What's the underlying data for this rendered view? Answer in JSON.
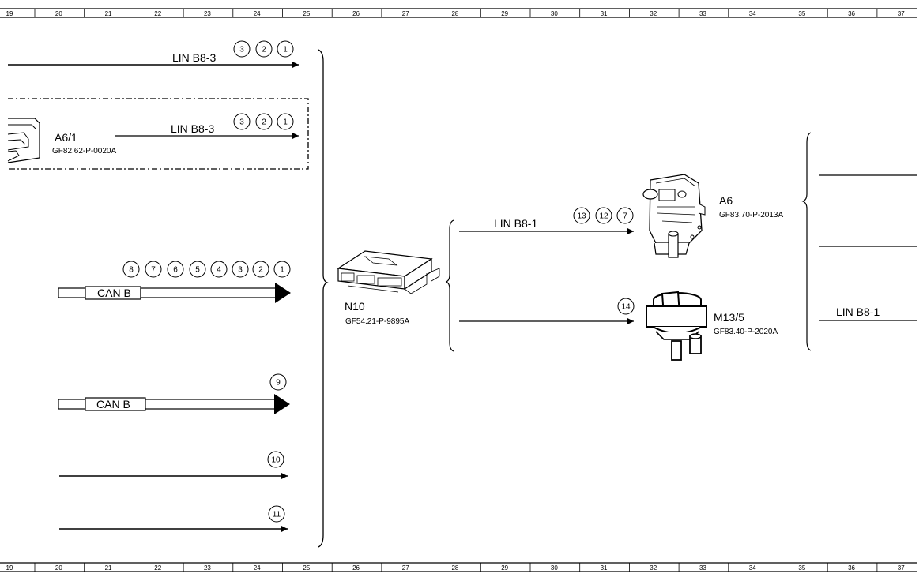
{
  "ruler": {
    "numbers": [
      "19",
      "20",
      "21",
      "22",
      "23",
      "24",
      "25",
      "26",
      "27",
      "28",
      "29",
      "30",
      "31",
      "32",
      "33",
      "34",
      "35",
      "36",
      "37"
    ]
  },
  "connections": {
    "top": {
      "label": "LIN B8-3",
      "markers": [
        "3",
        "2",
        "1"
      ]
    },
    "a6_1": {
      "label": "LIN B8-3",
      "markers": [
        "3",
        "2",
        "1"
      ]
    },
    "can1": {
      "label": "CAN B",
      "markers": [
        "8",
        "7",
        "6",
        "5",
        "4",
        "3",
        "2",
        "1"
      ]
    },
    "can2": {
      "label": "CAN B",
      "markers": [
        "9"
      ]
    },
    "line10": {
      "markers": [
        "10"
      ]
    },
    "line11": {
      "markers": [
        "11"
      ]
    },
    "to_a6": {
      "label": "LIN B8-1",
      "markers": [
        "13",
        "12",
        "7"
      ]
    },
    "to_m13": {
      "markers": [
        "14"
      ]
    },
    "right_lin": {
      "label": "LIN B8-1"
    }
  },
  "components": {
    "a6_1": {
      "name": "A6/1",
      "code": "GF82.62-P-0020A"
    },
    "n10": {
      "name": "N10",
      "code": "GF54.21-P-9895A"
    },
    "a6": {
      "name": "A6",
      "code": "GF83.70-P-2013A"
    },
    "m13_5": {
      "name": "M13/5",
      "code": "GF83.40-P-2020A"
    }
  }
}
